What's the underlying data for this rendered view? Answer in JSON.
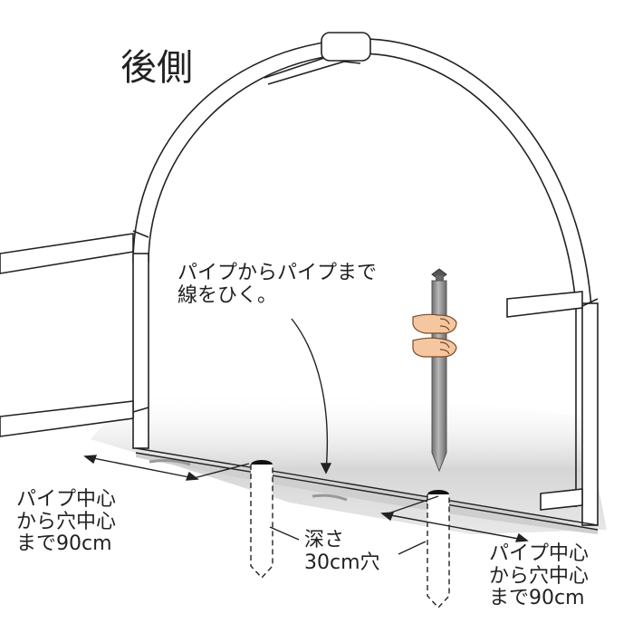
{
  "labels": {
    "back_side": "後側",
    "draw_line": [
      "パイプからパイプまで",
      "線をひく。"
    ],
    "left_distance": [
      "パイプ中心",
      "から穴中心",
      "まで90cm"
    ],
    "right_distance": [
      "パイプ中心",
      "から穴中心",
      "まで90cm"
    ],
    "hole_depth": [
      "深さ",
      "30cm穴"
    ]
  },
  "icons": {
    "stake": "metal-stake-icon",
    "hands": "hands-holding-stake-icon"
  },
  "colors": {
    "ink": "#222222",
    "shadow": "#cfcfcf",
    "stake": "#8a8a8a",
    "skin": "#f4c7a1"
  }
}
